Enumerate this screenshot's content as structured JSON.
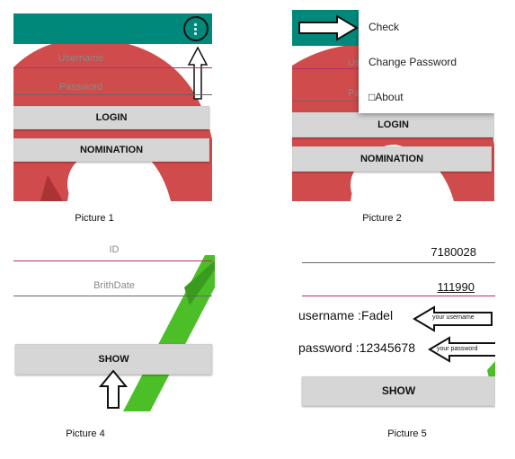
{
  "colors": {
    "toolbar": "#00897b",
    "logo_red": "#d04b4b",
    "logo_green": "#4cbf28",
    "accent_line": "#b0306c",
    "button_bg": "#d6d6d6"
  },
  "panels": [
    {
      "caption": "Picture 1",
      "username_placeholder": "Username",
      "password_placeholder": "Password",
      "login_label": "LOGIN",
      "nomination_label": "NOMINATION",
      "overflow_icon": "more-vert-icon"
    },
    {
      "caption": "Picture 2",
      "menu_items": [
        "Check",
        "Change Password",
        "□About"
      ],
      "login_label": "LOGIN",
      "nomination_label": "NOMINATION"
    },
    {
      "caption": "Picture 4",
      "id_placeholder": "ID",
      "birthdate_placeholder": "BrithDate",
      "show_label": "SHOW"
    },
    {
      "caption": "Picture 5",
      "id_value": "7180028",
      "birthdate_value": "111990",
      "username_text": "username :Fadel",
      "username_note": "your username",
      "password_text": "password :12345678",
      "password_note": "your password",
      "show_label": "SHOW"
    }
  ]
}
